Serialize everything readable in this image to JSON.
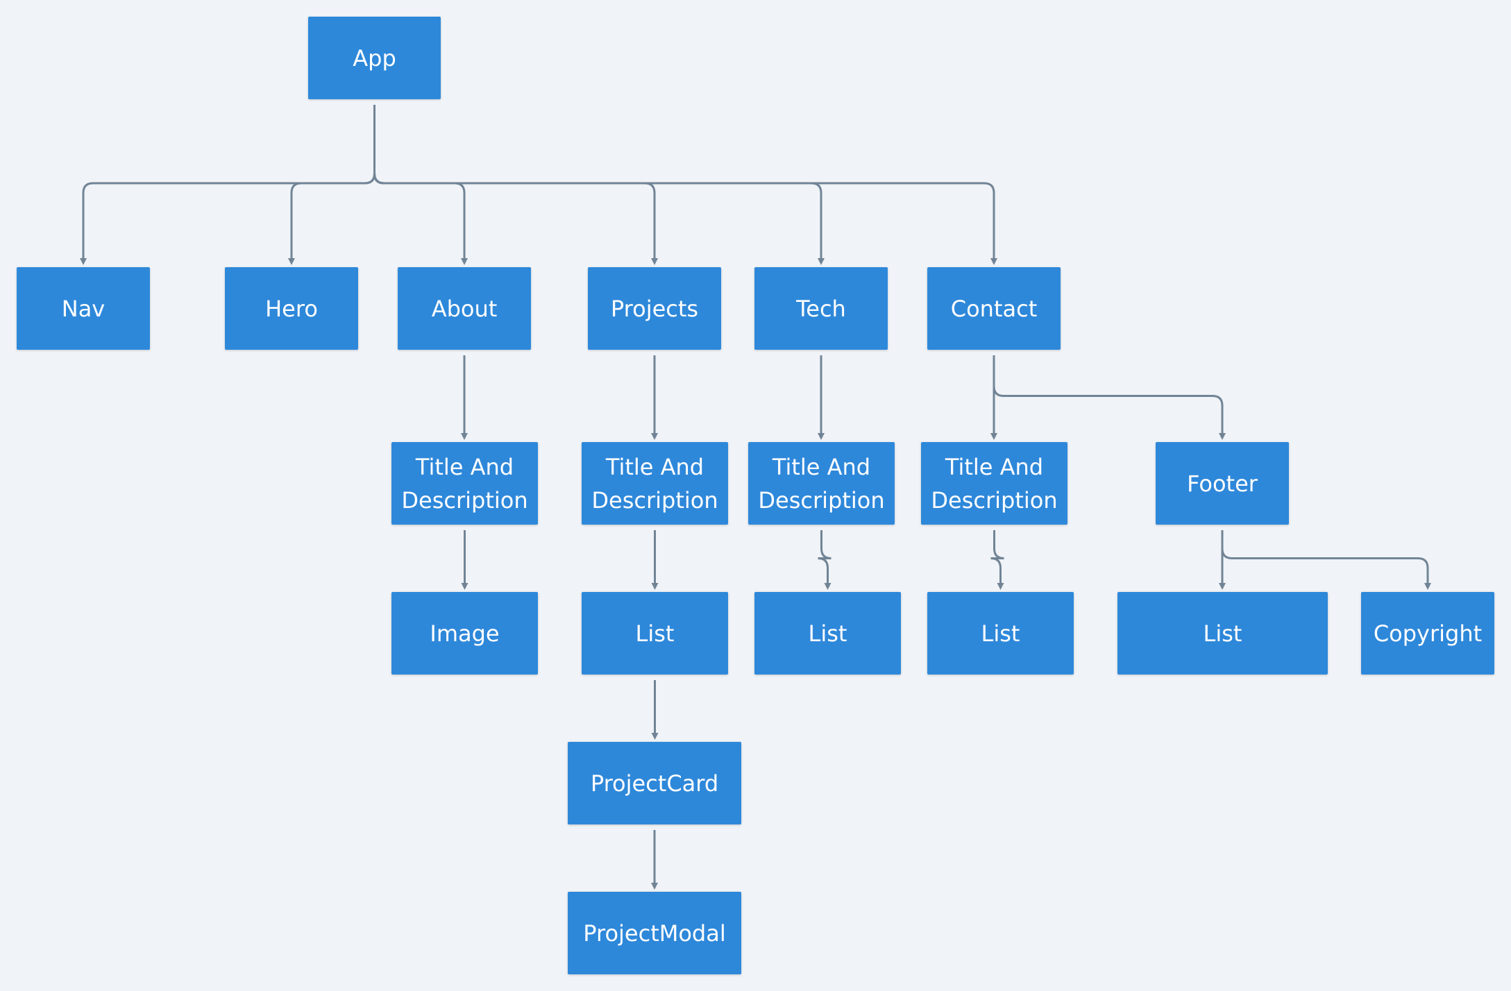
{
  "diagram": {
    "colors": {
      "background": "#f0f3f7",
      "node": "#2e88da",
      "node_text": "#ffffff",
      "connector": "#718496"
    },
    "nodes": {
      "app": "App",
      "nav": "Nav",
      "hero": "Hero",
      "about": "About",
      "projects": "Projects",
      "tech": "Tech",
      "contact": "Contact",
      "about_title": "Title And Description",
      "projects_title": "Title And Description",
      "tech_title": "Title And Description",
      "contact_title": "Title And Description",
      "footer": "Footer",
      "about_image": "Image",
      "projects_list": "List",
      "tech_list": "List",
      "contact_list": "List",
      "footer_list": "List",
      "copyright": "Copyright",
      "project_card": "ProjectCard",
      "project_modal": "ProjectModal"
    },
    "edges": [
      [
        "app",
        "nav"
      ],
      [
        "app",
        "hero"
      ],
      [
        "app",
        "about"
      ],
      [
        "app",
        "projects"
      ],
      [
        "app",
        "tech"
      ],
      [
        "app",
        "contact"
      ],
      [
        "about",
        "about_title"
      ],
      [
        "about_title",
        "about_image"
      ],
      [
        "projects",
        "projects_title"
      ],
      [
        "projects_title",
        "projects_list"
      ],
      [
        "projects_list",
        "project_card"
      ],
      [
        "project_card",
        "project_modal"
      ],
      [
        "tech",
        "tech_title"
      ],
      [
        "tech_title",
        "tech_list"
      ],
      [
        "contact",
        "contact_title"
      ],
      [
        "contact",
        "footer"
      ],
      [
        "contact_title",
        "contact_list"
      ],
      [
        "footer",
        "footer_list"
      ],
      [
        "footer",
        "copyright"
      ]
    ]
  }
}
